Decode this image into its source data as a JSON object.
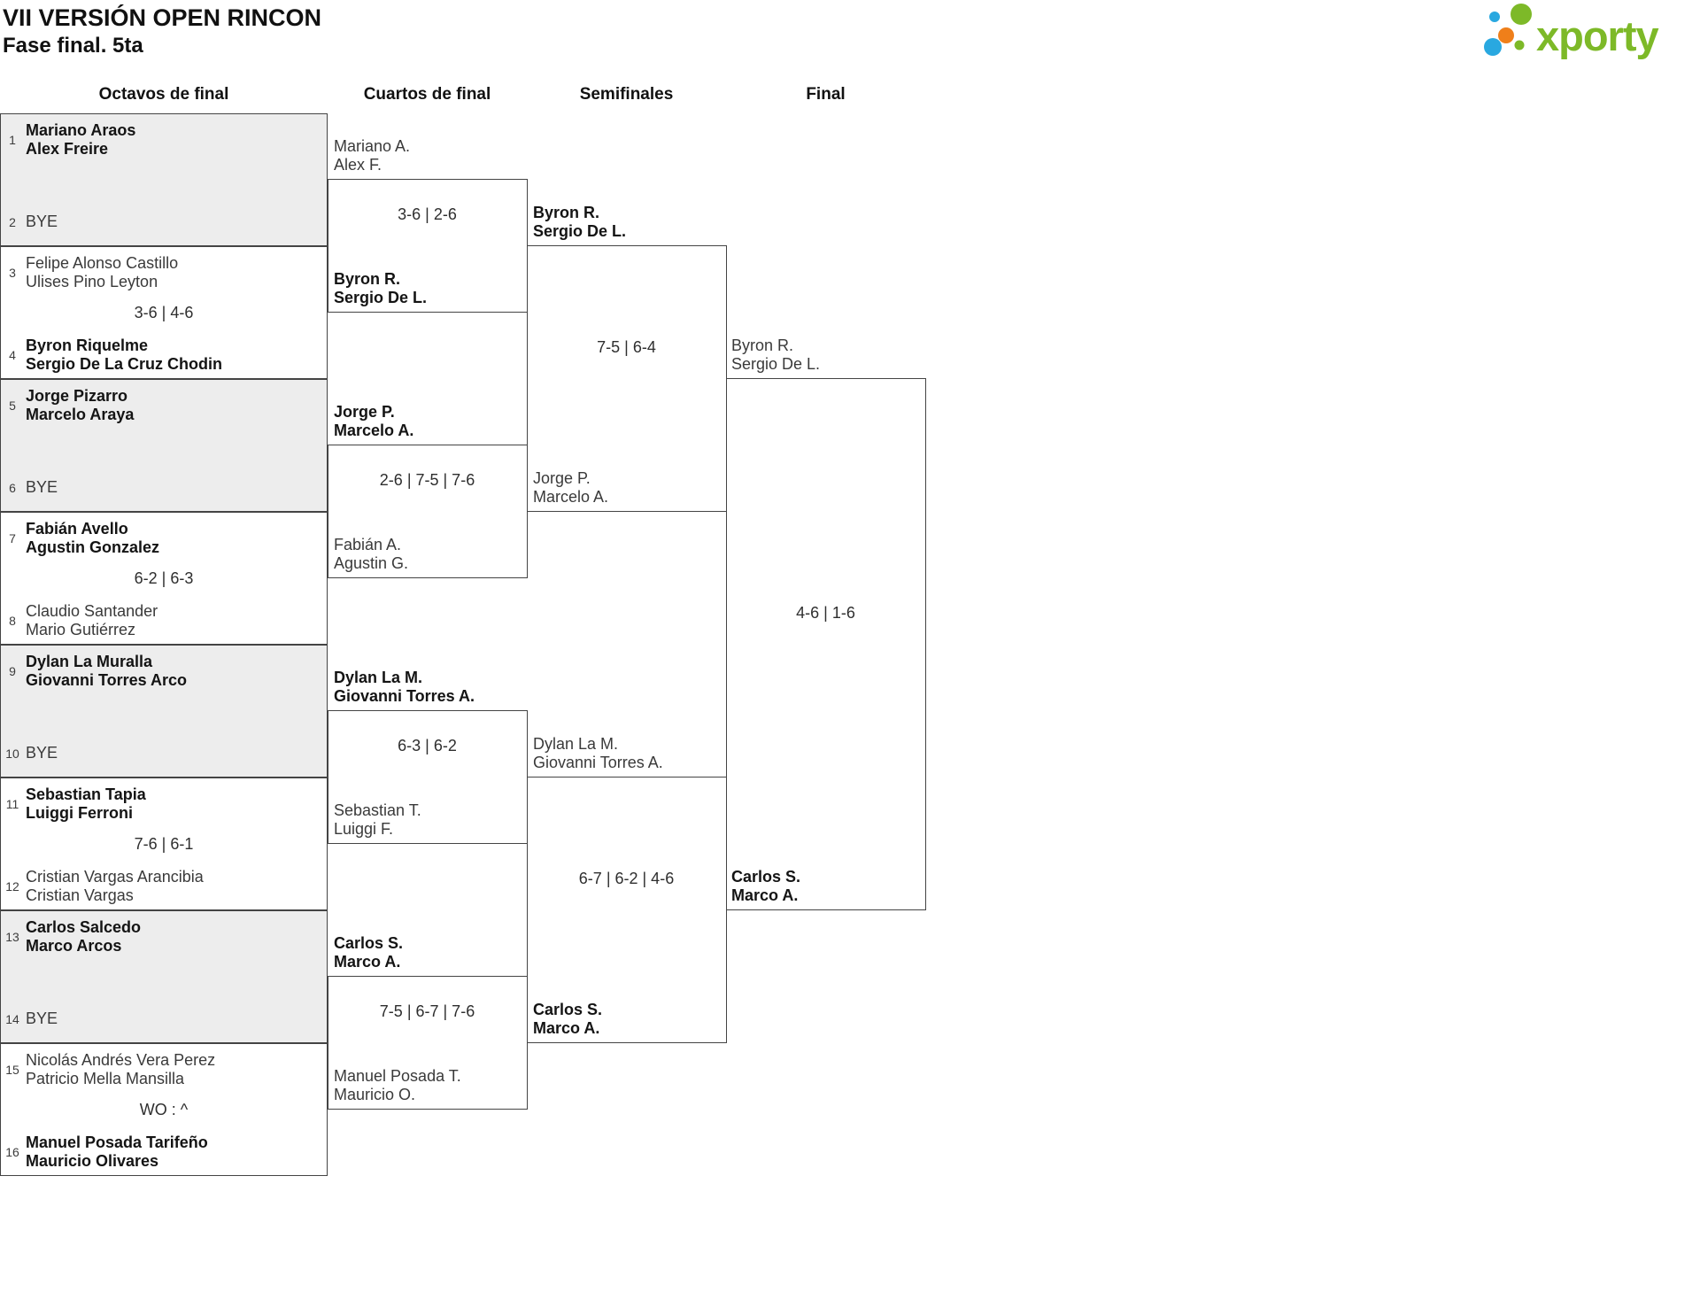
{
  "header": {
    "title": "VII VERSIÓN OPEN RINCON",
    "subtitle": "Fase final. 5ta"
  },
  "logo": {
    "text": "xporty",
    "green": "#7db928",
    "blue": "#29a8e0",
    "orange": "#ef7f1a"
  },
  "bracket": {
    "rounds": [
      "Octavos de final",
      "Cuartos de final",
      "Semifinales",
      "Final"
    ],
    "colors": {
      "bye_background": "#ededed",
      "border": "#444444"
    },
    "r16": [
      {
        "seed_top": "1",
        "team_top_1": "Mariano Araos",
        "team_top_2": "Alex Freire",
        "seed_bottom": "2",
        "team_bottom_1": "BYE",
        "score": ""
      },
      {
        "seed_top": "3",
        "team_top_1": "Felipe Alonso Castillo",
        "team_top_2": "Ulises Pino Leyton",
        "seed_bottom": "4",
        "team_bottom_1": "Byron Riquelme",
        "team_bottom_2": "Sergio De La Cruz Chodin",
        "score": "3-6 | 4-6"
      },
      {
        "seed_top": "5",
        "team_top_1": "Jorge Pizarro",
        "team_top_2": "Marcelo Araya",
        "seed_bottom": "6",
        "team_bottom_1": "BYE",
        "score": ""
      },
      {
        "seed_top": "7",
        "team_top_1": "Fabián Avello",
        "team_top_2": "Agustin Gonzalez",
        "seed_bottom": "8",
        "team_bottom_1": "Claudio Santander",
        "team_bottom_2": "Mario Gutiérrez",
        "score": "6-2 | 6-3"
      },
      {
        "seed_top": "9",
        "team_top_1": "Dylan La Muralla",
        "team_top_2": "Giovanni Torres Arco",
        "seed_bottom": "10",
        "team_bottom_1": "BYE",
        "score": ""
      },
      {
        "seed_top": "11",
        "team_top_1": "Sebastian Tapia",
        "team_top_2": "Luiggi Ferroni",
        "seed_bottom": "12",
        "team_bottom_1": "Cristian Vargas Arancibia",
        "team_bottom_2": "Cristian Vargas",
        "score": "7-6 | 6-1"
      },
      {
        "seed_top": "13",
        "team_top_1": "Carlos Salcedo",
        "team_top_2": "Marco Arcos",
        "seed_bottom": "14",
        "team_bottom_1": "BYE",
        "score": ""
      },
      {
        "seed_top": "15",
        "team_top_1": "Nicolás Andrés Vera Perez",
        "team_top_2": "Patricio Mella Mansilla",
        "seed_bottom": "16",
        "team_bottom_1": "Manuel Posada Tarifeño",
        "team_bottom_2": "Mauricio Olivares",
        "score": "WO : ^"
      }
    ],
    "qf": [
      {
        "team_top_1": "Mariano A.",
        "team_top_2": "Alex F.",
        "team_bottom_1": "Byron R.",
        "team_bottom_2": "Sergio De L.",
        "score": "3-6 | 2-6"
      },
      {
        "team_top_1": "Jorge P.",
        "team_top_2": "Marcelo A.",
        "team_bottom_1": "Fabián A.",
        "team_bottom_2": "Agustin G.",
        "score": "2-6 | 7-5 | 7-6"
      },
      {
        "team_top_1": "Dylan La M.",
        "team_top_2": "Giovanni Torres A.",
        "team_bottom_1": "Sebastian T.",
        "team_bottom_2": "Luiggi F.",
        "score": "6-3 | 6-2"
      },
      {
        "team_top_1": "Carlos S.",
        "team_top_2": "Marco A.",
        "team_bottom_1": "Manuel Posada T.",
        "team_bottom_2": "Mauricio O.",
        "score": "7-5 | 6-7 | 7-6"
      }
    ],
    "sf": [
      {
        "team_top_1": "Byron R.",
        "team_top_2": "Sergio De L.",
        "team_bottom_1": "Jorge P.",
        "team_bottom_2": "Marcelo A.",
        "score": "7-5 | 6-4"
      },
      {
        "team_top_1": "Dylan La M.",
        "team_top_2": "Giovanni Torres A.",
        "team_bottom_1": "Carlos S.",
        "team_bottom_2": "Marco A.",
        "score": "6-7 | 6-2 | 4-6"
      }
    ],
    "final": {
      "team_top_1": "Byron R.",
      "team_top_2": "Sergio De L.",
      "team_bottom_1": "Carlos S.",
      "team_bottom_2": "Marco A.",
      "score": "4-6 | 1-6"
    }
  }
}
